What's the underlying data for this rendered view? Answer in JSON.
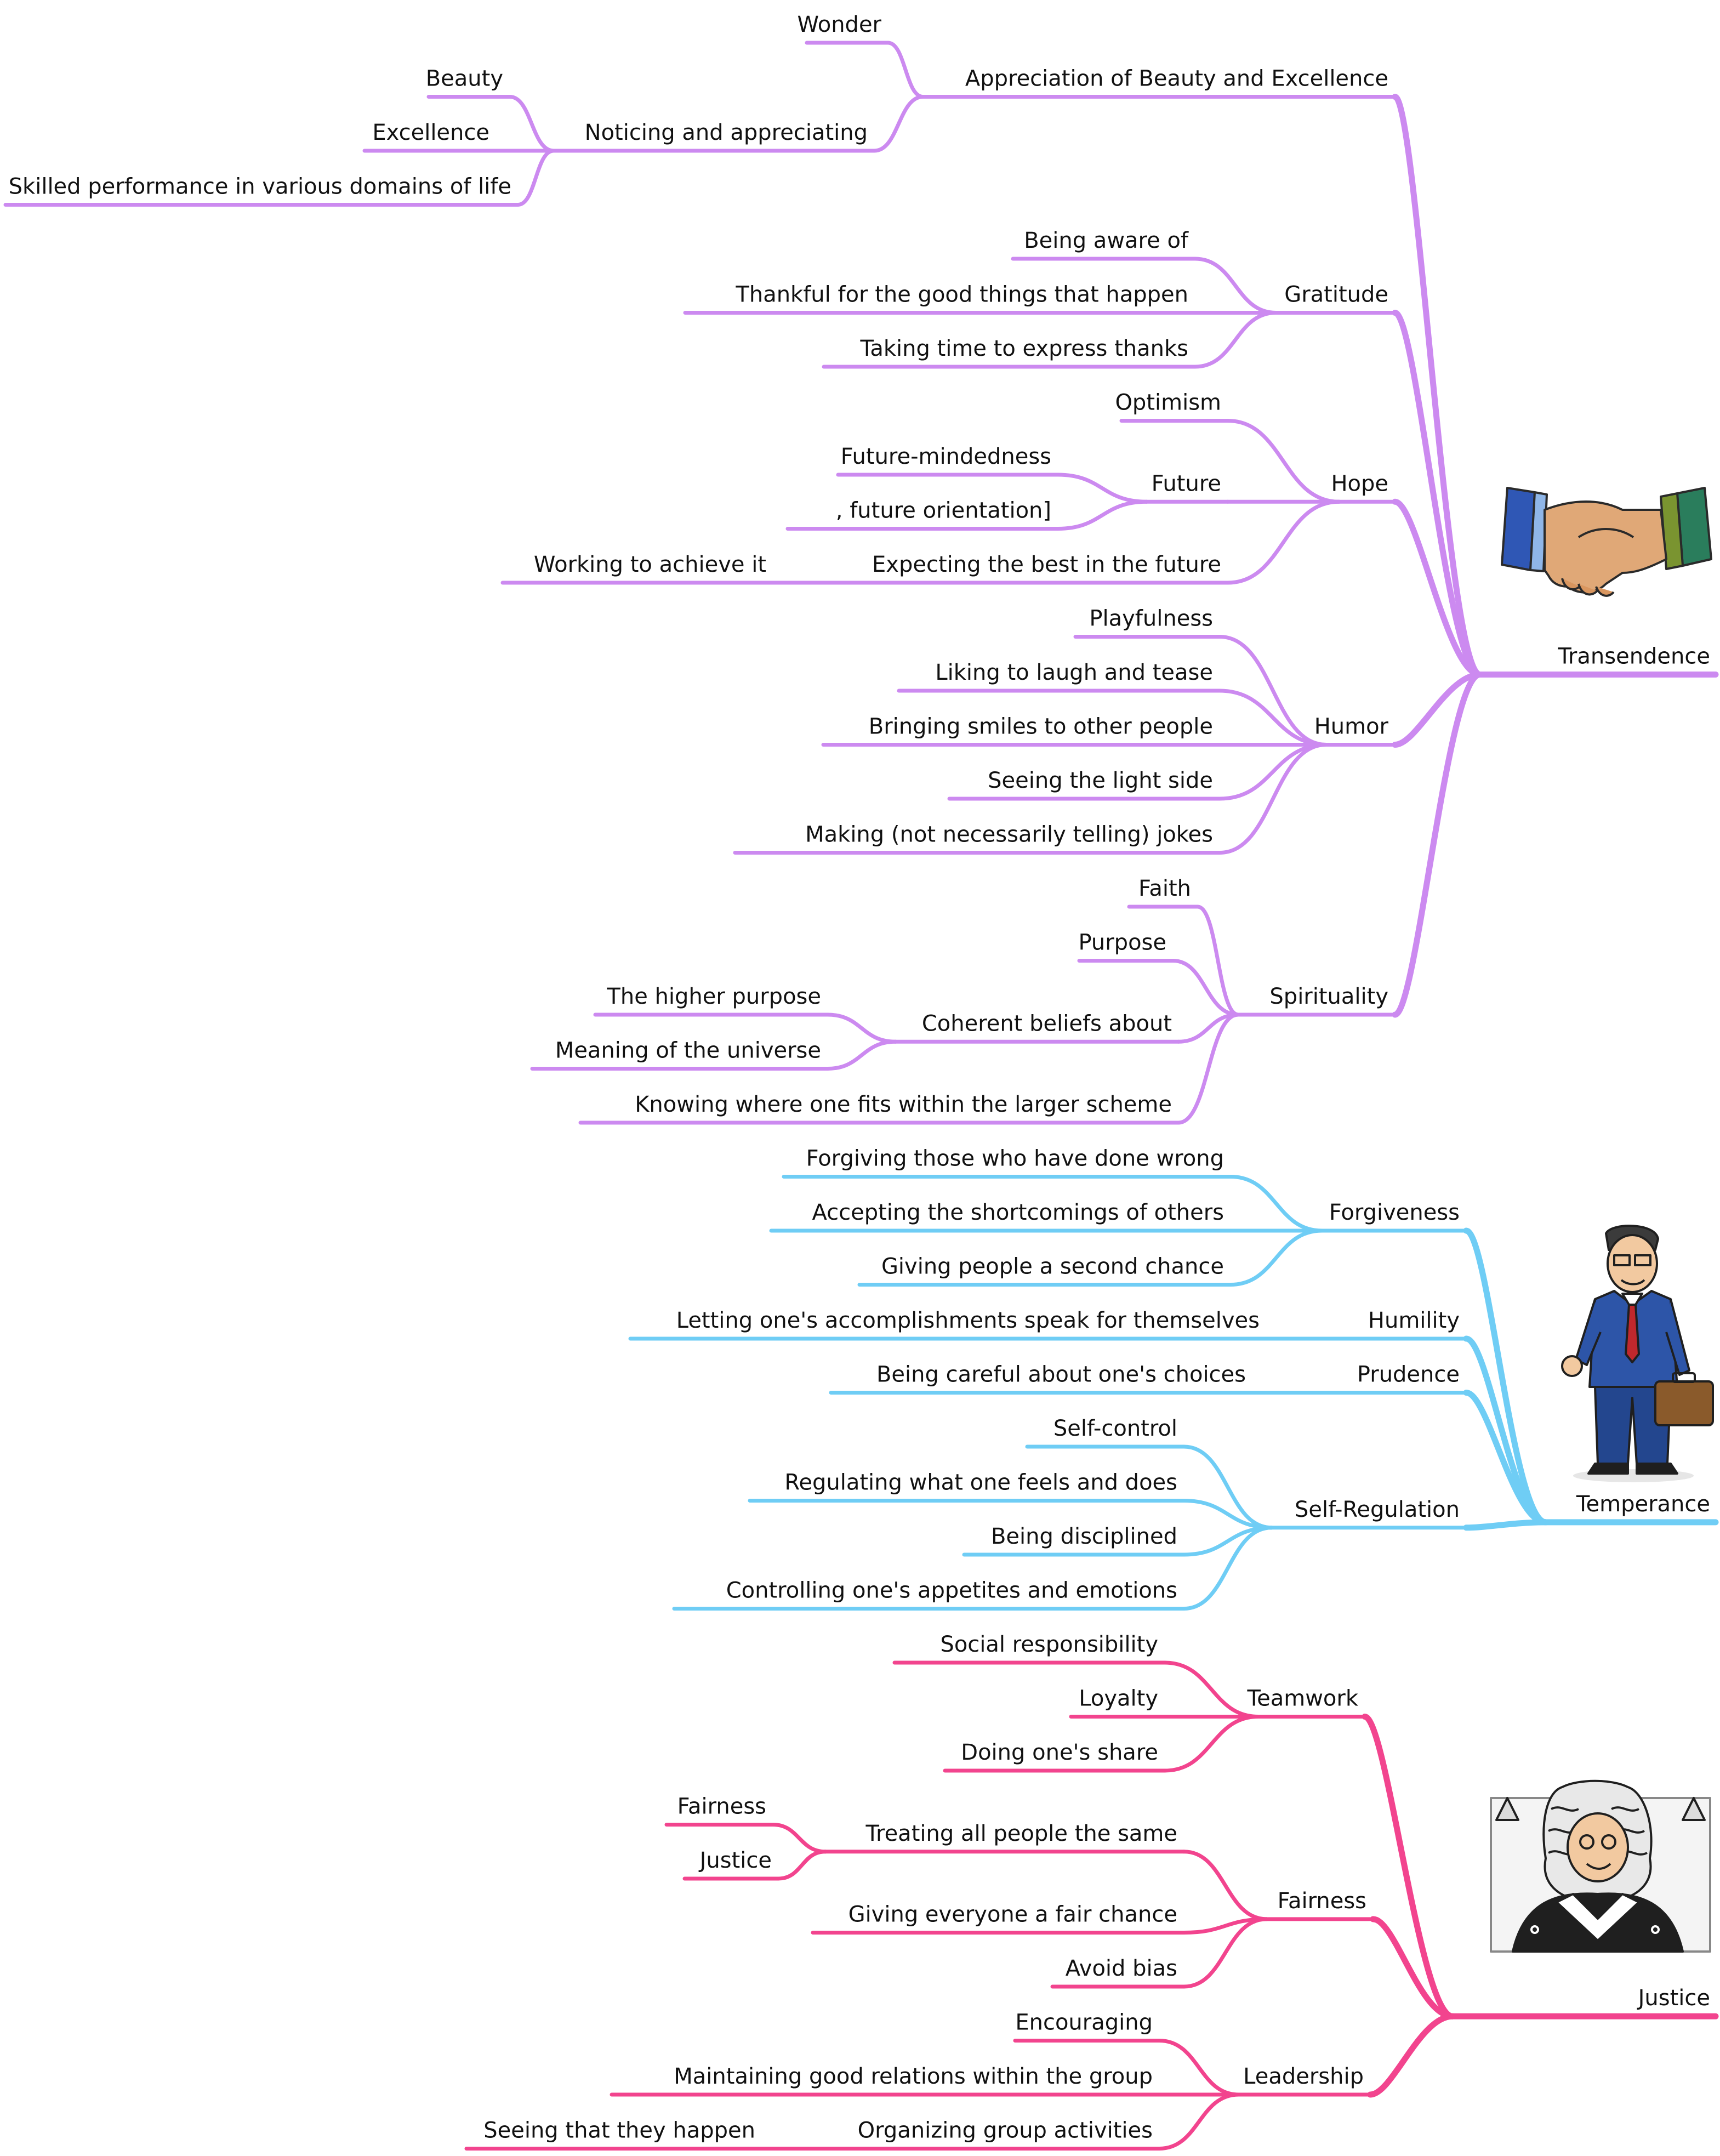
{
  "colors": {
    "transendence": "#cc8af0",
    "temperance": "#6fcdf5",
    "justice": "#f2448e"
  },
  "icons": {
    "transendence": "handshake-illustration",
    "temperance": "businessman-illustration",
    "justice": "judge-illustration"
  },
  "branches": [
    {
      "key": "transendence",
      "label": "Transendence",
      "children": [
        {
          "label": "Appreciation of Beauty and Excellence",
          "children": [
            {
              "label": "Wonder",
              "children": []
            },
            {
              "label": "Noticing and appreciating",
              "children": [
                {
                  "label": "Beauty",
                  "children": []
                },
                {
                  "label": "Excellence",
                  "children": []
                },
                {
                  "label": "Skilled performance in various domains of life",
                  "children": []
                }
              ]
            }
          ]
        },
        {
          "label": "Gratitude",
          "children": [
            {
              "label": "Being aware of",
              "children": []
            },
            {
              "label": "Thankful for the good things that happen",
              "children": []
            },
            {
              "label": "Taking time to express thanks",
              "children": []
            }
          ]
        },
        {
          "label": "Hope",
          "children": [
            {
              "label": "Optimism",
              "children": []
            },
            {
              "label": "Future",
              "children": [
                {
                  "label": "Future-mindedness",
                  "children": []
                },
                {
                  "label": ", future orientation]",
                  "children": []
                }
              ]
            },
            {
              "label": "Expecting the best in the future",
              "children": [
                {
                  "label": "Working to achieve it",
                  "children": []
                }
              ]
            }
          ]
        },
        {
          "label": "Humor",
          "children": [
            {
              "label": "Playfulness",
              "children": []
            },
            {
              "label": "Liking to laugh and tease",
              "children": []
            },
            {
              "label": "Bringing smiles to other people",
              "children": []
            },
            {
              "label": "Seeing the light side",
              "children": []
            },
            {
              "label": "Making (not necessarily telling) jokes",
              "children": []
            }
          ]
        },
        {
          "label": "Spirituality",
          "children": [
            {
              "label": "Faith",
              "children": []
            },
            {
              "label": "Purpose",
              "children": []
            },
            {
              "label": "Coherent beliefs about",
              "children": [
                {
                  "label": "The higher purpose",
                  "children": []
                },
                {
                  "label": "Meaning of the universe",
                  "children": []
                }
              ]
            },
            {
              "label": "Knowing where one fits within the larger scheme",
              "children": []
            }
          ]
        }
      ]
    },
    {
      "key": "temperance",
      "label": "Temperance",
      "children": [
        {
          "label": "Forgiveness",
          "children": [
            {
              "label": "Forgiving those who have done wrong",
              "children": []
            },
            {
              "label": "Accepting the shortcomings of others",
              "children": []
            },
            {
              "label": "Giving people a second chance",
              "children": []
            }
          ]
        },
        {
          "label": "Humility",
          "children": [
            {
              "label": "Letting one's accomplishments speak for themselves",
              "children": []
            }
          ]
        },
        {
          "label": "Prudence",
          "children": [
            {
              "label": "Being careful about one's choices",
              "children": []
            }
          ]
        },
        {
          "label": "Self-Regulation",
          "children": [
            {
              "label": "Self-control",
              "children": []
            },
            {
              "label": "Regulating what one feels and does",
              "children": []
            },
            {
              "label": "Being disciplined",
              "children": []
            },
            {
              "label": "Controlling one's appetites and emotions",
              "children": []
            }
          ]
        }
      ]
    },
    {
      "key": "justice",
      "label": "Justice",
      "children": [
        {
          "label": "Teamwork",
          "children": [
            {
              "label": "Social responsibility",
              "children": []
            },
            {
              "label": "Loyalty",
              "children": []
            },
            {
              "label": "Doing one's share",
              "children": []
            }
          ]
        },
        {
          "label": "Fairness",
          "children": [
            {
              "label": "Treating all people the same",
              "children": [
                {
                  "label": "Fairness",
                  "children": []
                },
                {
                  "label": "Justice",
                  "children": []
                }
              ]
            },
            {
              "label": "Giving everyone a fair chance",
              "children": []
            },
            {
              "label": "Avoid bias",
              "children": []
            }
          ]
        },
        {
          "label": "Leadership",
          "children": [
            {
              "label": "Encouraging",
              "children": []
            },
            {
              "label": "Maintaining good relations within the group",
              "children": []
            },
            {
              "label": "Organizing group activities",
              "children": [
                {
                  "label": "Seeing that they happen",
                  "children": []
                }
              ]
            }
          ]
        }
      ]
    }
  ]
}
